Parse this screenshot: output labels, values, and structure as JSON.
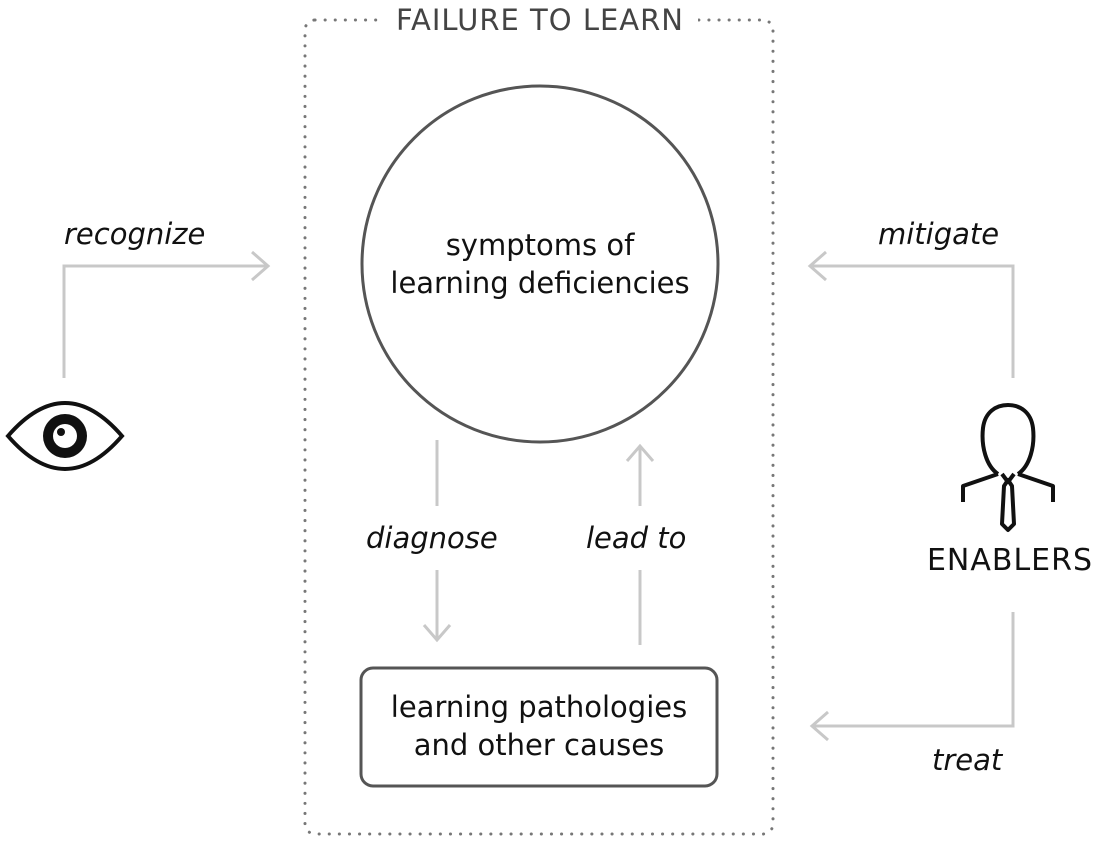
{
  "frame": {
    "title": "FAILURE TO LEARN"
  },
  "nodes": {
    "symptoms": {
      "line1": "symptoms of",
      "line2": "learning deficiencies"
    },
    "pathologies": {
      "line1": "learning pathologies",
      "line2": "and other causes"
    },
    "enablers": {
      "label": "ENABLERS"
    }
  },
  "edges": {
    "recognize": "recognize",
    "mitigate": "mitigate",
    "diagnose": "diagnose",
    "lead_to": "lead to",
    "treat": "treat"
  },
  "icons": {
    "eye": "eye-icon",
    "person": "person-with-tie-icon"
  },
  "colors": {
    "arrow": "#c8c8c8",
    "outline": "#555555",
    "text": "#111111",
    "frame_dots": "#777777"
  }
}
